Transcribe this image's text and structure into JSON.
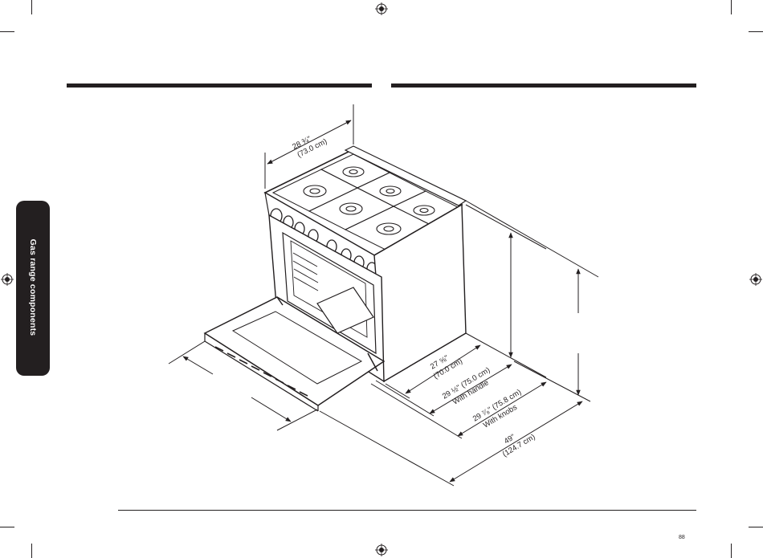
{
  "side_tab": {
    "label": "Gas range components"
  },
  "page_number": "88",
  "dimensions": {
    "width_value": "28 ¾\"",
    "width_metric": "(73.0 cm)",
    "depth_value": "27 ⅝\"",
    "depth_metric": "(70.0 cm)",
    "handle_value": "29 ½\" (75.0 cm)",
    "handle_note": "With handle",
    "knobs_value": "29 ⁷⁄₈\" (75.8 cm)",
    "knobs_note": "With knobs",
    "door_open_value": "49\"",
    "door_open_metric": "(124.7 cm)"
  }
}
